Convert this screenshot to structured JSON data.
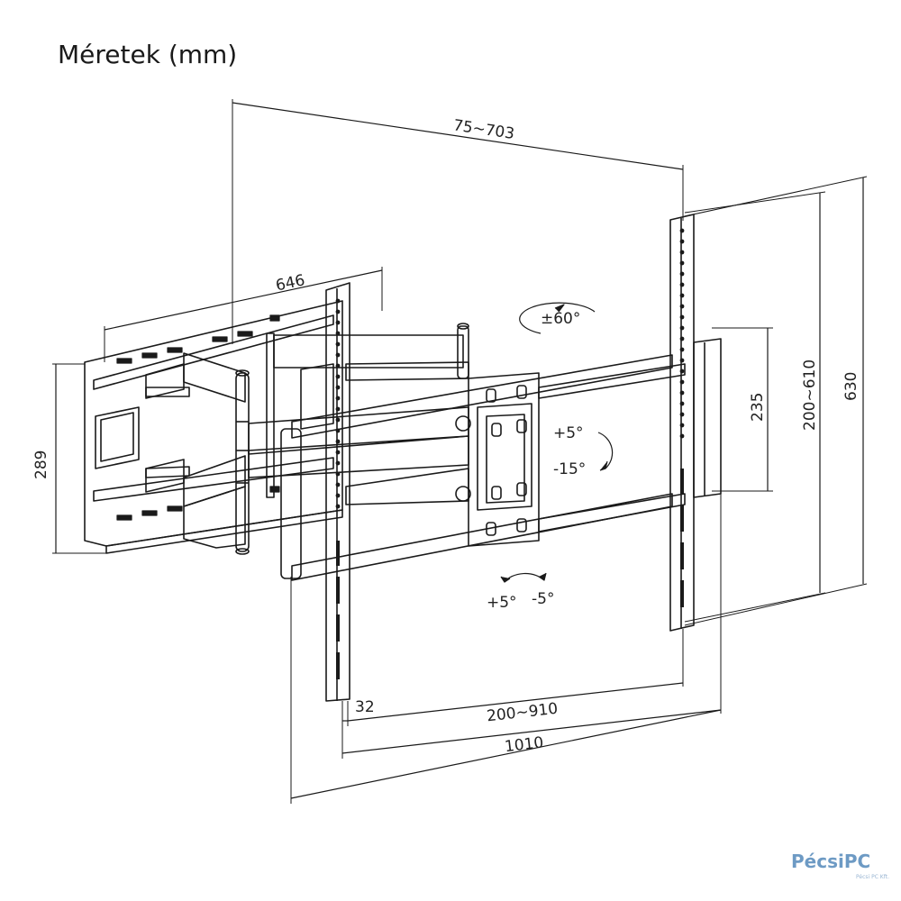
{
  "title": "Méretek (mm)",
  "dimensions": {
    "d_75_703": "75~703",
    "d_646": "646",
    "d_289": "289",
    "d_235": "235",
    "d_200_610": "200~610",
    "d_630": "630",
    "d_32": "32",
    "d_200_910": "200~910",
    "d_1010": "1010"
  },
  "angles": {
    "swivel": "±60°",
    "tilt_up": "+5°",
    "tilt_down": "-15°",
    "rotate_plus": "+5°",
    "rotate_minus": "-5°"
  },
  "logo": {
    "text": "PécsiPC",
    "tagline": "Pécsi PC Kft."
  },
  "colors": {
    "line": "#1a1a1a",
    "logo": "#6d9ac4"
  }
}
